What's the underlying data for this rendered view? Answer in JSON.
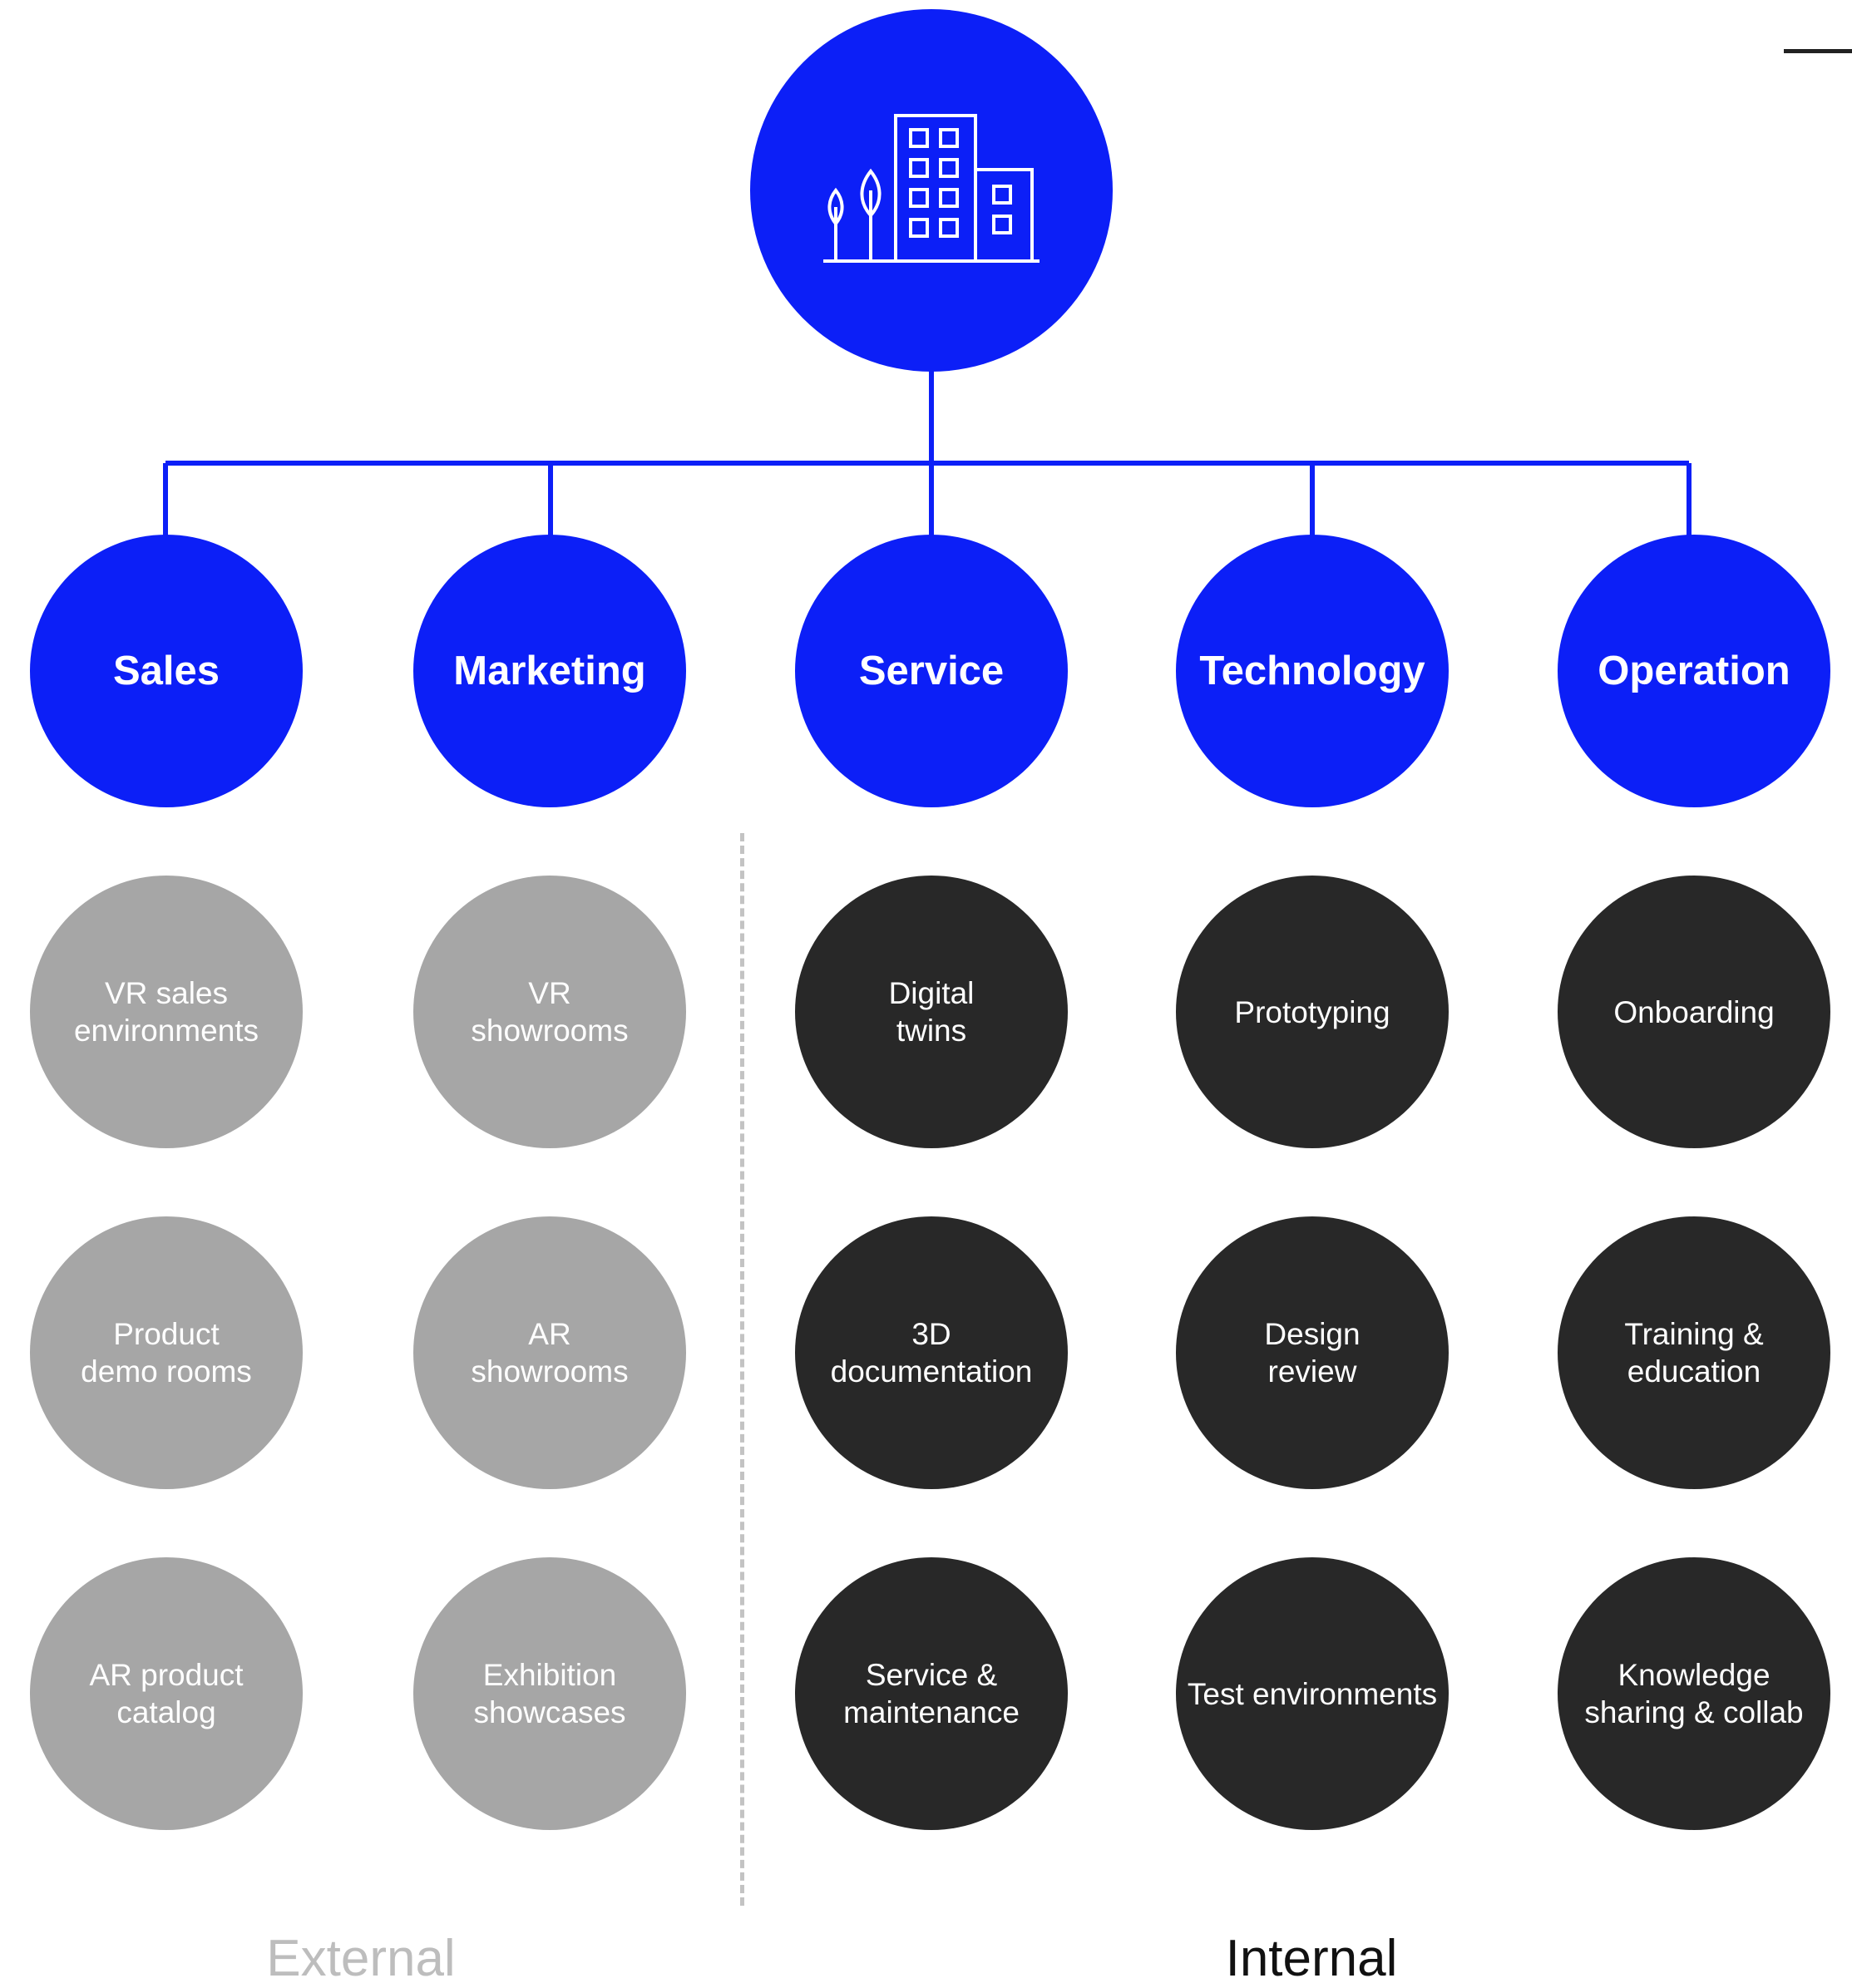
{
  "colors": {
    "accent": "#0c1ff7",
    "external": "#a6a6a6",
    "internal": "#282828"
  },
  "root": {
    "icon": "building-with-trees-icon"
  },
  "departments": [
    "Sales",
    "Marketing",
    "Service",
    "Technology",
    "Operation"
  ],
  "items": {
    "sales": [
      "VR sales\nenvironments",
      "Product\ndemo rooms",
      "AR product\ncatalog"
    ],
    "marketing": [
      "VR\nshowrooms",
      "AR\nshowrooms",
      "Exhibition\nshowcases"
    ],
    "service": [
      "Digital\ntwins",
      "3D\ndocumentation",
      "Service &\nmaintenance"
    ],
    "technology": [
      "Prototyping",
      "Design\nreview",
      "Test environments"
    ],
    "operation": [
      "Onboarding",
      "Training &\neducation",
      "Knowledge\nsharing & collab"
    ]
  },
  "labels": {
    "external": "External",
    "internal": "Internal"
  }
}
